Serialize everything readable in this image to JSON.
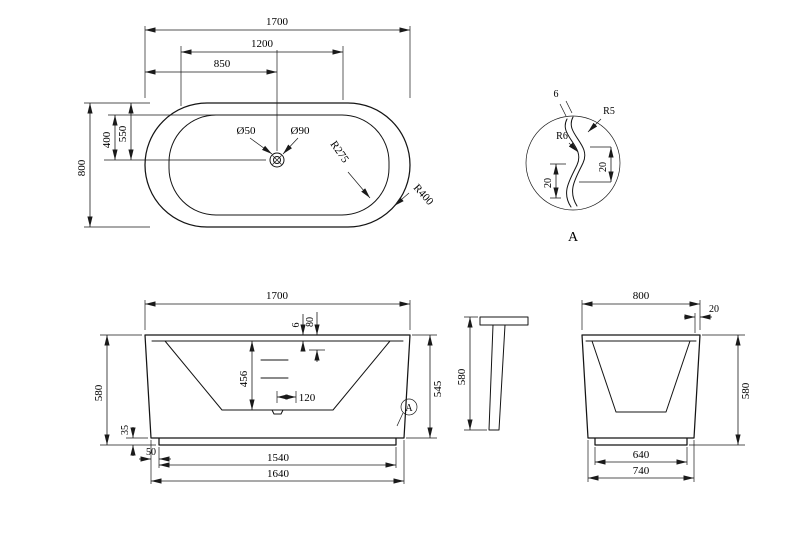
{
  "drawing": {
    "plan": {
      "overall_length": "1700",
      "length_1200": "1200",
      "length_850": "850",
      "overall_width": "800",
      "width_400": "400",
      "width_550": "550",
      "drain_d50": "Ø50",
      "drain_d90": "Ø90",
      "inner_radius": "R275",
      "outer_radius": "R400"
    },
    "detail_a": {
      "label": "A",
      "wall_thickness": "6",
      "radius_r5": "R5",
      "radius_r6": "R6",
      "seg_20_left": "20",
      "seg_20_right": "20"
    },
    "front": {
      "overall_length": "1700",
      "overall_height": "580",
      "inner_depth": "456",
      "dim_120": "120",
      "dim_6": "6",
      "dim_80": "80",
      "shell_height": "545",
      "plinth_height": "35",
      "foot_inset": "50",
      "base_length": "1540",
      "bottom_length": "1640",
      "detail_marker": "A"
    },
    "wall_section": {
      "height": "580"
    },
    "side": {
      "overall_width": "800",
      "rim_edge": "20",
      "overall_height": "580",
      "base_width": "640",
      "bottom_width": "740"
    }
  }
}
